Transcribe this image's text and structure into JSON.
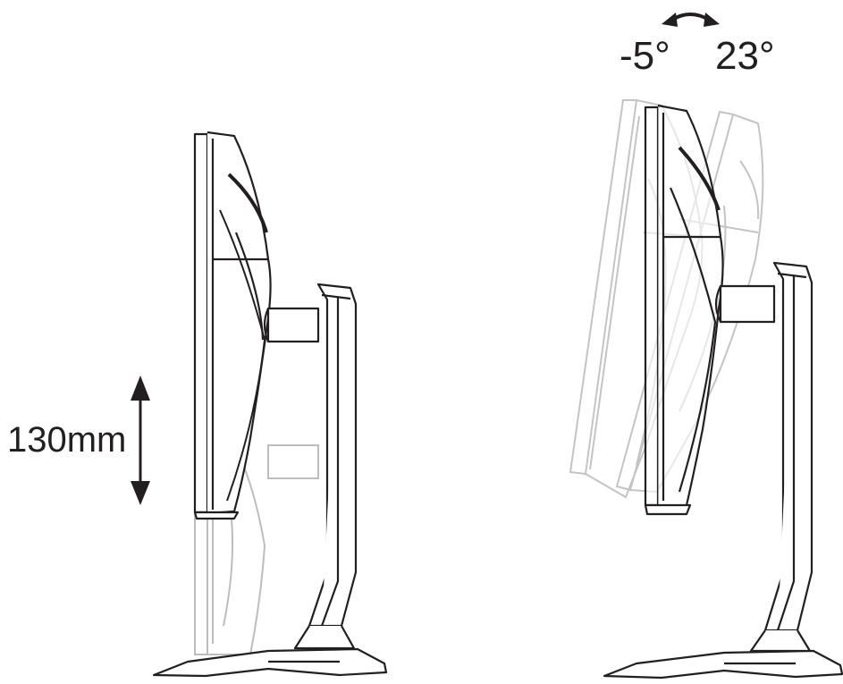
{
  "height_adjustment": {
    "label": "130mm"
  },
  "tilt_adjustment": {
    "min_label": "-5°",
    "max_label": "23°"
  },
  "colors": {
    "line": "#231f20",
    "ghost": "#b8b8b8"
  }
}
